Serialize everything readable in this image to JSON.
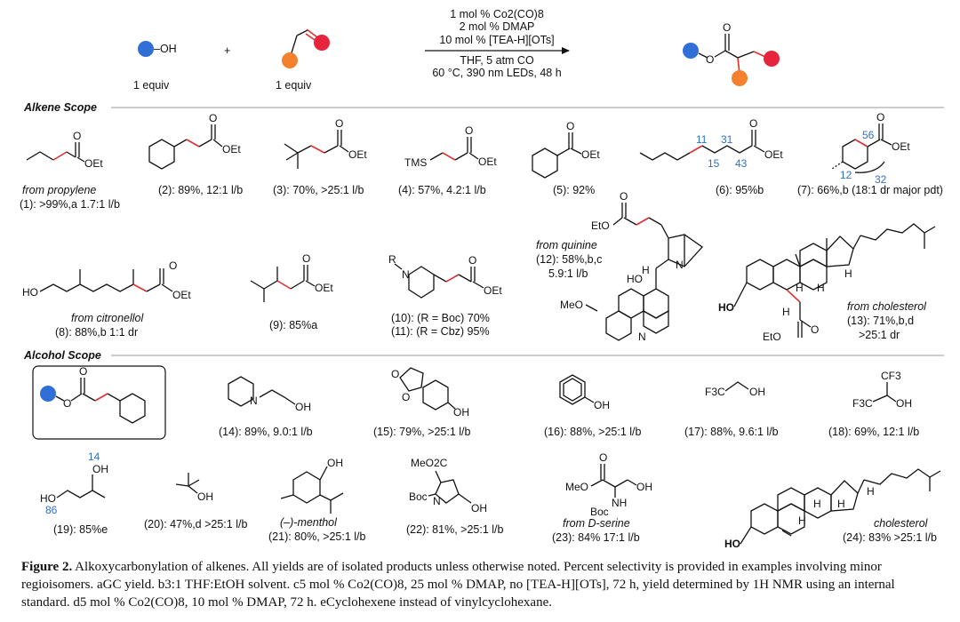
{
  "scheme": {
    "reagent_alcohol_label": "–OH",
    "plus": "+",
    "alcohol_equiv": "1 equiv",
    "alkene_equiv": "1 equiv",
    "cond_1": "1 mol % Co2(CO)8",
    "cond_2": "2 mol % DMAP",
    "cond_3": "10 mol % [TEA-H][OTs]",
    "cond_4": "THF, 5 atm CO",
    "cond_5": "60 °C, 390 nm LEDs, 48 h",
    "colors": {
      "alcohol": "#2f6fd6",
      "alkene_red": "#e8233c",
      "alkene_orange": "#f5812f"
    }
  },
  "sections": {
    "alkene_scope": "Alkene Scope",
    "alcohol_scope": "Alcohol Scope"
  },
  "alkene_compounds": [
    {
      "note": "from propylene",
      "label": "(1): >99%,a 1.7:1 l/b"
    },
    {
      "label": "(2): 89%, 12:1 l/b"
    },
    {
      "label": "(3): 70%, >25:1 l/b"
    },
    {
      "label": "(4): 57%, 4.2:1 l/b"
    },
    {
      "label": "(5): 92%"
    },
    {
      "label": "(6): 95%b"
    },
    {
      "label": "(7): 66%,b (18:1 dr major pdt)"
    },
    {
      "note": "from citronellol",
      "label": "(8): 88%,b 1:1 dr"
    },
    {
      "label": "(9): 85%a"
    },
    {
      "label_a": "(10): (R = Boc) 70%",
      "label_b": "(11): (R = Cbz) 95%"
    },
    {
      "note": "from quinine",
      "label": "(12): 58%,b,c",
      "sel": "5.9:1 l/b"
    },
    {
      "note": "from cholesterol",
      "label": "(13): 71%,b,d",
      "sel": ">25:1 dr"
    }
  ],
  "alcohol_compounds": [
    {
      "label": "(14): 89%, 9.0:1 l/b"
    },
    {
      "label": "(15): 79%, >25:1 l/b"
    },
    {
      "label": "(16): 88%, >25:1 l/b"
    },
    {
      "label": "(17): 88%, 9.6:1 l/b"
    },
    {
      "label": "(18): 69%, 12:1 l/b"
    },
    {
      "label": "(19): 85%e"
    },
    {
      "label": "(20): 47%,d >25:1 l/b"
    },
    {
      "note": "(–)-menthol",
      "label": "(21): 80%, >25:1 l/b"
    },
    {
      "label": "(22): 81%, >25:1 l/b"
    },
    {
      "note": "from D-serine",
      "label": "(23): 84% 17:1 l/b"
    },
    {
      "note": "cholesterol",
      "label": "(24): 83% >25:1 l/b"
    }
  ],
  "structure_text": {
    "OEt": "OEt",
    "TMS": "TMS",
    "HO": "HO",
    "OH": "OH",
    "O": "O",
    "N": "N",
    "H": "H",
    "R": "R",
    "MeO": "MeO",
    "EtO": "EtO",
    "F3C": "F3C",
    "CF3": "CF3",
    "MeO2C": "MeO2C",
    "Boc": "Boc",
    "NH": "NH",
    "n11": "11",
    "n31": "31",
    "n15": "15",
    "n43": "43",
    "n56": "56",
    "n12": "12",
    "n32": "32",
    "n14": "14",
    "n86": "86"
  },
  "caption": {
    "figure_label": "Figure 2.",
    "text": "Alkoxycarbonylation of alkenes. All yields are of isolated products unless otherwise noted. Percent selectivity is provided in examples involving minor regioisomers. aGC yield. b3:1 THF:EtOH solvent. c5 mol % Co2(CO)8, 25 mol % DMAP, no [TEA-H][OTs], 72 h, yield determined by 1H NMR using an internal standard. d5 mol % Co2(CO)8, 10 mol % DMAP, 72 h. eCyclohexene instead of vinylcyclohexane."
  }
}
